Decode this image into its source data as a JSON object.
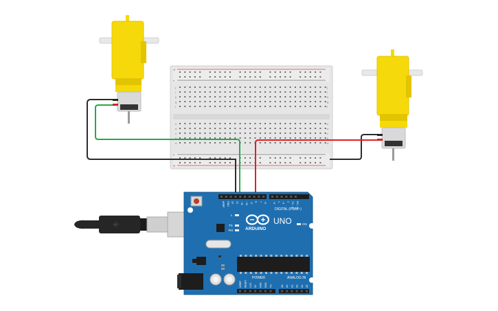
{
  "colors": {
    "motor_yellow": "#f5d90a",
    "motor_yellow_dark": "#e3c400",
    "motor_metal": "#d9d9d9",
    "breadboard": "#e4e4e4",
    "breadboard_hole": "#6b6b6b",
    "rail_red": "#e03b3b",
    "wire_black": "#2b2b2b",
    "wire_green": "#27a844",
    "wire_red": "#e01f1f",
    "arduino_blue": "#1f6fb0",
    "arduino_blue_dark": "#165a92",
    "header_black": "#1d1d1d",
    "usb_metal": "#cfcfcf",
    "cable_black": "#262626"
  },
  "components": {
    "motor_left": {
      "icon": "dc-gear-motor-icon"
    },
    "motor_right": {
      "icon": "dc-gear-motor-icon"
    },
    "breadboard": {
      "icon": "breadboard-icon"
    },
    "arduino": {
      "icon": "arduino-uno-icon"
    },
    "usb_cable": {
      "icon": "usb-cable-icon"
    }
  },
  "arduino": {
    "brand": "ARDUINO",
    "model": "UNO",
    "digital_label": "DIGITAL (PWM~)",
    "power_label": "POWER",
    "analog_label": "ANALOG IN",
    "on_label": "ON",
    "l_label": "L",
    "tx_label": "TX",
    "rx_label": "RX",
    "digital_pins": [
      "AREF",
      "GND",
      "13",
      "12",
      "~11",
      "~10",
      "~9",
      "8",
      "7",
      "~6",
      "~5",
      "4",
      "~3",
      "2",
      "TX→1",
      "RX←0"
    ],
    "power_pins": [
      "IOREF",
      "RESET",
      "3.3V",
      "5V",
      "GND",
      "GND",
      "Vin"
    ],
    "analog_pins": [
      "A0",
      "A1",
      "A2",
      "A3",
      "A4",
      "A5"
    ]
  },
  "breadboard_labels": {
    "rows_top": [
      "j",
      "i",
      "h",
      "g",
      "f"
    ],
    "rows_bottom": [
      "e",
      "d",
      "c",
      "b",
      "a"
    ],
    "plus": "+",
    "minus": "-"
  }
}
